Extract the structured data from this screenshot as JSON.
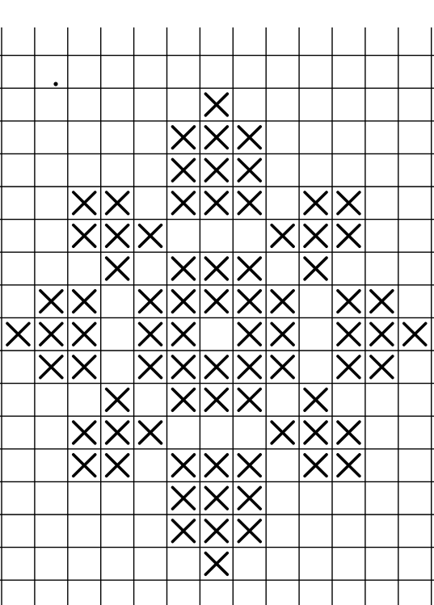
{
  "pattern": {
    "columns": 13,
    "rows": 18,
    "stitch_symbol": "cross",
    "ink_color": "#000000",
    "paper_color": "#ffffff",
    "cells": [
      [
        2,
        6
      ],
      [
        3,
        5
      ],
      [
        3,
        6
      ],
      [
        3,
        7
      ],
      [
        4,
        5
      ],
      [
        4,
        6
      ],
      [
        4,
        7
      ],
      [
        5,
        2
      ],
      [
        5,
        3
      ],
      [
        5,
        5
      ],
      [
        5,
        6
      ],
      [
        5,
        7
      ],
      [
        5,
        9
      ],
      [
        5,
        10
      ],
      [
        6,
        2
      ],
      [
        6,
        3
      ],
      [
        6,
        4
      ],
      [
        6,
        8
      ],
      [
        6,
        9
      ],
      [
        6,
        10
      ],
      [
        7,
        3
      ],
      [
        7,
        5
      ],
      [
        7,
        6
      ],
      [
        7,
        7
      ],
      [
        7,
        9
      ],
      [
        8,
        1
      ],
      [
        8,
        2
      ],
      [
        8,
        4
      ],
      [
        8,
        5
      ],
      [
        8,
        6
      ],
      [
        8,
        7
      ],
      [
        8,
        8
      ],
      [
        8,
        10
      ],
      [
        8,
        11
      ],
      [
        9,
        0
      ],
      [
        9,
        1
      ],
      [
        9,
        2
      ],
      [
        9,
        4
      ],
      [
        9,
        5
      ],
      [
        9,
        7
      ],
      [
        9,
        8
      ],
      [
        9,
        10
      ],
      [
        9,
        11
      ],
      [
        9,
        12
      ],
      [
        10,
        1
      ],
      [
        10,
        2
      ],
      [
        10,
        4
      ],
      [
        10,
        5
      ],
      [
        10,
        6
      ],
      [
        10,
        7
      ],
      [
        10,
        8
      ],
      [
        10,
        10
      ],
      [
        10,
        11
      ],
      [
        11,
        3
      ],
      [
        11,
        5
      ],
      [
        11,
        6
      ],
      [
        11,
        7
      ],
      [
        11,
        9
      ],
      [
        12,
        2
      ],
      [
        12,
        3
      ],
      [
        12,
        4
      ],
      [
        12,
        8
      ],
      [
        12,
        9
      ],
      [
        12,
        10
      ],
      [
        13,
        2
      ],
      [
        13,
        3
      ],
      [
        13,
        5
      ],
      [
        13,
        6
      ],
      [
        13,
        7
      ],
      [
        13,
        9
      ],
      [
        13,
        10
      ],
      [
        14,
        5
      ],
      [
        14,
        6
      ],
      [
        14,
        7
      ],
      [
        15,
        5
      ],
      [
        15,
        6
      ],
      [
        15,
        7
      ],
      [
        16,
        6
      ]
    ]
  }
}
